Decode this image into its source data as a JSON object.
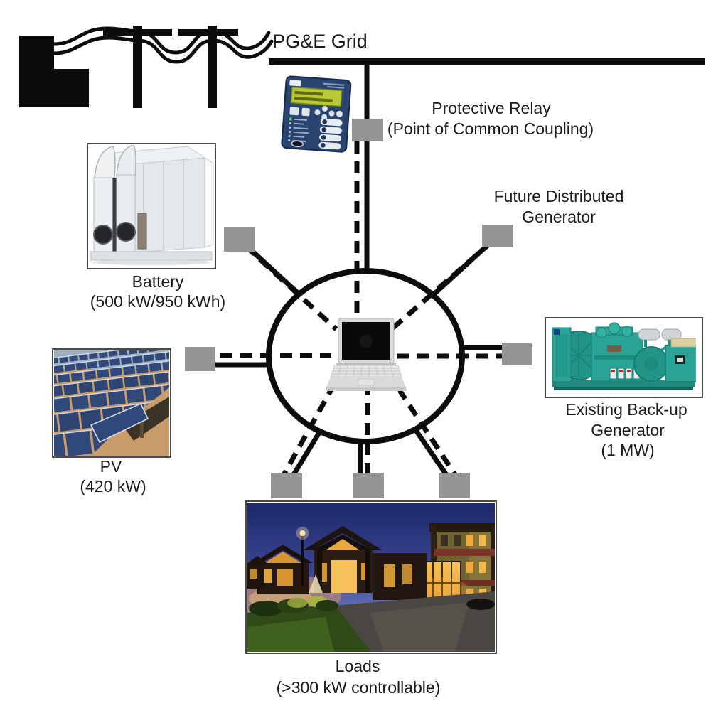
{
  "colors": {
    "line_black": "#0c0c0c",
    "breaker_gray": "#949494",
    "relay_navy": "#2a4472",
    "relay_lcd_green": "#b9c933",
    "generator_teal": "#2aa496",
    "pv_panel_blue": "#31497a",
    "pv_ground_tan": "#c99c6a",
    "sky_top_blue": "#1c2767",
    "sky_horizon_blue": "#a4a9d6",
    "window_glow_amber": "#f4b94a"
  },
  "labels": {
    "grid": "PG&E Grid",
    "relay": {
      "line1": "Protective Relay",
      "line2": "(Point of Common Coupling)"
    },
    "future_dg": {
      "line1": "Future Distributed",
      "line2": "Generator"
    },
    "battery": {
      "line1": "Battery",
      "line2": "(500 kW/950 kWh)"
    },
    "pv": {
      "line1": "PV",
      "line2": "(420 kW)"
    },
    "backup_generator": {
      "line1": "Existing Back-up",
      "line2": "Generator",
      "line3": "(1 MW)"
    },
    "loads": {
      "line1": "Loads",
      "line2": "(>300 kW controllable)"
    }
  }
}
